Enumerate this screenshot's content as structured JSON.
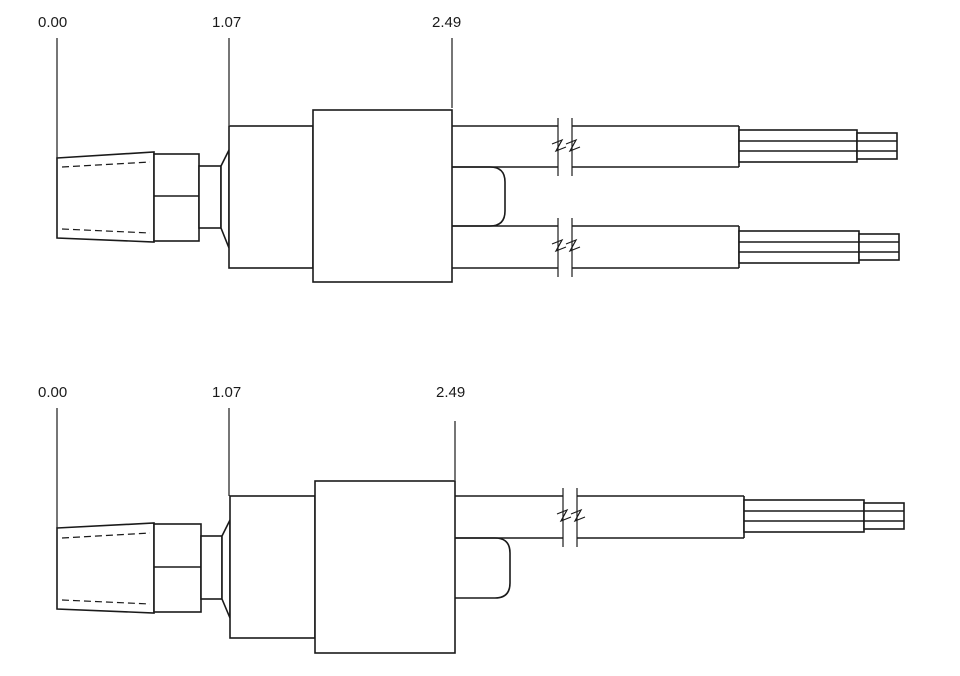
{
  "drawings": [
    {
      "dimensions": [
        {
          "label": "0.00"
        },
        {
          "label": "1.07"
        },
        {
          "label": "2.49"
        }
      ],
      "cable_count": 2
    },
    {
      "dimensions": [
        {
          "label": "0.00"
        },
        {
          "label": "1.07"
        },
        {
          "label": "2.49"
        }
      ],
      "cable_count": 1
    }
  ],
  "colors": {
    "line": "#1a1a1a",
    "background": "#ffffff"
  }
}
